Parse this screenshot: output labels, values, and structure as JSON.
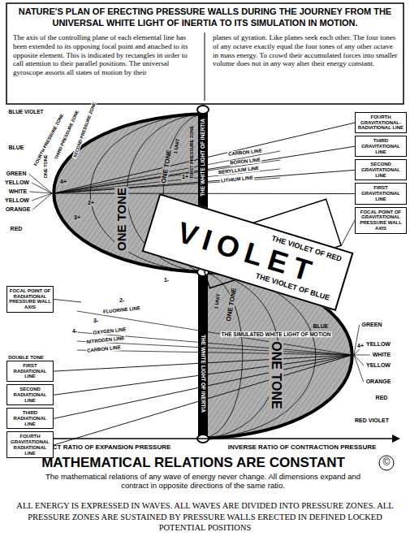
{
  "diagram": {
    "title": "NATURE'S PLAN OF ERECTING PRESSURE WALLS DURING THE JOURNEY FROM THE UNIVERSAL WHITE LIGHT OF INERTIA TO ITS SIMULATION IN MOTION.",
    "caption": "ALL ENERGY IS EXPRESSED IN WAVES. ALL WAVES ARE DIVIDED INTO PRESSURE ZONES. ALL PRESSURE ZONES ARE SUSTAINED BY PRESSURE WALLS ERECTED IN DEFINED LOCKED POTENTIAL POSITIONS",
    "nodes": [
      {
        "text": [
          "FOURTH GRAVITATIONAL-RADIATIONAL LINE"
        ]
      },
      {
        "text": [
          "THIRD GRAVITATIONAL LINE"
        ]
      },
      {
        "text": [
          "SECOND GRAVITATIONAL LINE"
        ]
      },
      {
        "text": [
          "FIRST GRAVITATIONAL LINE"
        ]
      },
      {
        "text": [
          "FOCAL POINT OF GRAVITATIONAL PRESSURE WALL AXIS"
        ]
      },
      {
        "text": [
          "THE VIOLET OF RED",
          "VIOLET",
          "THE VIOLET OF BLUE"
        ]
      },
      {
        "text": [
          "FOCAL POINT OF RADIATIONAL PRESSURE WALL AXIS"
        ]
      },
      {
        "text": [
          "FIRST RADIATIONAL LINE"
        ]
      },
      {
        "text": [
          "SECOND RADIATIONAL LINE"
        ]
      },
      {
        "text": [
          "THIRD RADIATIONAL LINE"
        ]
      },
      {
        "text": [
          "FOURTH GRAVITATIONAL RADIATIONAL LINE"
        ]
      }
    ],
    "labels": [
      "The axis of the controlling plane of each elemental line has been extended to its opposing focal point and attached to its opposite element. This is indicated by rectangles in order to call attention to their parallel positions. The universal gyroscope assorts all states of motion by their",
      "planes of gyration. Like planes seek each other. The four tones of any octave exactly equal the four tones of any other octave in mass energy. To crowd their accumulated forces into smaller volume does not in any way alter their energy constant.",
      "BLUE VIOLET",
      "FOURTH PRESSURE ZONE",
      "THIRD PRESSURE ZONE",
      "SECOND PRESSURE ZONE",
      "FIRST PRESSURE ZONE",
      "THE WHITE LIGHT OF INERTIA",
      "BLUE",
      "ONE TONE",
      "GREEN",
      "YELLOW",
      "WHITE",
      "YELLOW",
      "ORANGE",
      "RED",
      "1 UNIT",
      "ONE TONE",
      "1+",
      "2+",
      "3+",
      "4+",
      "CARBON LINE",
      "BORON LINE",
      "BERYLLIUM LINE",
      "LITHIUM LINE",
      "ONE TONE",
      "1-",
      "2-",
      "3-",
      "4-",
      "FLUORINE LINE",
      "OXYGEN LINE",
      "NITROGEN LINE",
      "CARBON LINE",
      "DOUBLE TONE",
      "THE SIMULATED WHITE LIGHT OF MOTION",
      "THE WHITE LIGHT OF INERTIA",
      "1 UNIT",
      "ONE TONE",
      "ONE TONE",
      "BLUE",
      "GREEN",
      "4+",
      "YELLOW",
      "WHITE",
      "YELLOW",
      "ORANGE",
      "RED",
      "RED VIOLET",
      "DIRECT RATIO OF EXPANSION PRESSURE",
      "INVERSE RATIO OF CONTRACTION PRESSURE",
      "MATHEMATICAL RELATIONS ARE CONSTANT",
      "The mathematical relations of any wave of energy never change. All dimensions expand and contract in opposite directions of the same ratio.",
      "©"
    ]
  }
}
